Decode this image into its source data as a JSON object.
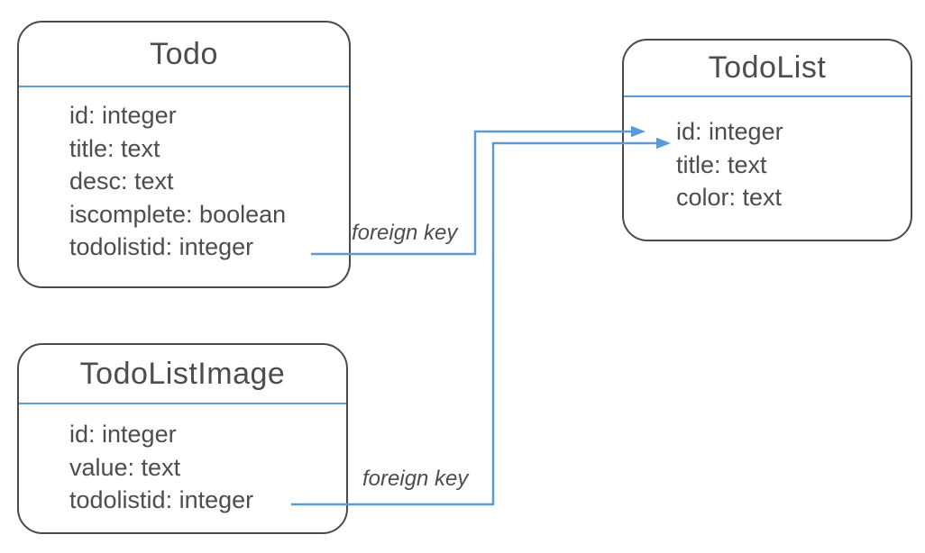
{
  "diagram": {
    "entities": [
      {
        "name": "Todo",
        "fields": [
          "id: integer",
          "title: text",
          "desc: text",
          "iscomplete: boolean",
          "todolistid: integer"
        ]
      },
      {
        "name": "TodoList",
        "fields": [
          "id: integer",
          "title: text",
          "color: text"
        ]
      },
      {
        "name": "TodoListImage",
        "fields": [
          "id: integer",
          "value: text",
          "todolistid: integer"
        ]
      }
    ],
    "connectors": [
      {
        "label": "foreign key",
        "from": "Todo.todolistid",
        "to": "TodoList.id"
      },
      {
        "label": "foreign key",
        "from": "TodoListImage.todolistid",
        "to": "TodoList.id"
      }
    ],
    "colors": {
      "accent": "#5b9bd5",
      "border": "#4a4a4a",
      "text": "#4d4d4d",
      "background": "#ffffff"
    }
  }
}
